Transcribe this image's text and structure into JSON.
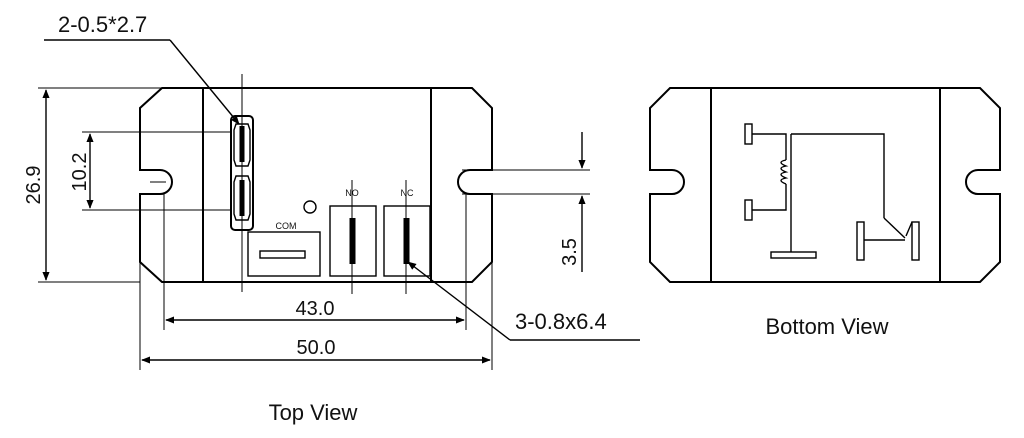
{
  "callouts": {
    "slot_pair": "2-0.5*2.7",
    "pin_triple": "3-0.8x6.4"
  },
  "dimensions": {
    "height_total": "26.9",
    "pin_spacing": "10.2",
    "offset": "3.5",
    "mount_width": "43.0",
    "body_width": "50.0"
  },
  "terminals": {
    "com": "COM",
    "no": "NO",
    "nc": "NC"
  },
  "captions": {
    "top_view": "Top View",
    "bottom_view": "Bottom View"
  }
}
